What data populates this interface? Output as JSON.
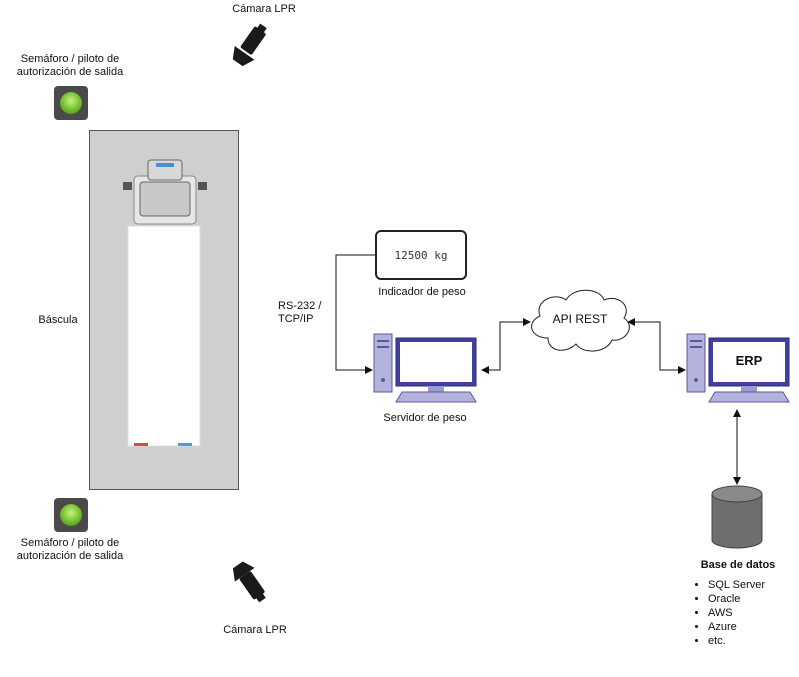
{
  "camera_top_label": "Cámara LPR",
  "camera_bottom_label": "Cámara LPR",
  "semaphore_top_label_line1": "Semáforo / piloto de",
  "semaphore_top_label_line2": "autorización de salida",
  "semaphore_bottom_label_line1": "Semáforo / piloto de",
  "semaphore_bottom_label_line2": "autorización de salida",
  "scale_label": "Báscula",
  "connection_label_line1": "RS-232 /",
  "connection_label_line2": "TCP/IP",
  "indicator_value": "12500 kg",
  "indicator_label": "Indicador de peso",
  "server_label": "Servidor de peso",
  "cloud_label": "API REST",
  "erp_label": "ERP",
  "database_label": "Base de datos",
  "database_items": [
    "SQL Server",
    "Oracle",
    "AWS",
    "Azure",
    "etc."
  ],
  "colors": {
    "light_green": "#7ec83a",
    "monitor_blue": "#3a3aa0",
    "computer_purple": "#a8a8d8",
    "scale_gray": "#cfcfcf"
  }
}
